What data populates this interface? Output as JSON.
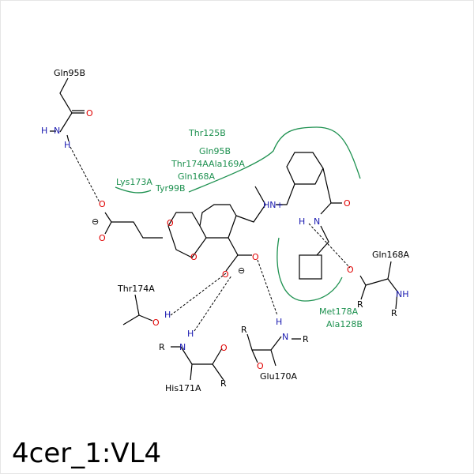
{
  "title": "4cer_1:VL4",
  "pocket_residues": [
    "Thr125B",
    "Gln95B",
    "Thr174AAla169A",
    "Gln168A",
    "Lys173A",
    "Tyr99B",
    "Met178A",
    "Ala128B"
  ],
  "hbond_residues": [
    "Gln95B",
    "Thr174A",
    "His171A",
    "Glu170A",
    "Gln168A"
  ],
  "atoms": {
    "O": "O",
    "N": "N",
    "H": "H",
    "R": "R",
    "NH": "NH",
    "HN": "HN+",
    "minus": "⊖"
  },
  "colors": {
    "pocket": "#1e9150",
    "oxygen": "#e00000",
    "nitrogen": "#1a1ab0",
    "bond": "#000000"
  }
}
